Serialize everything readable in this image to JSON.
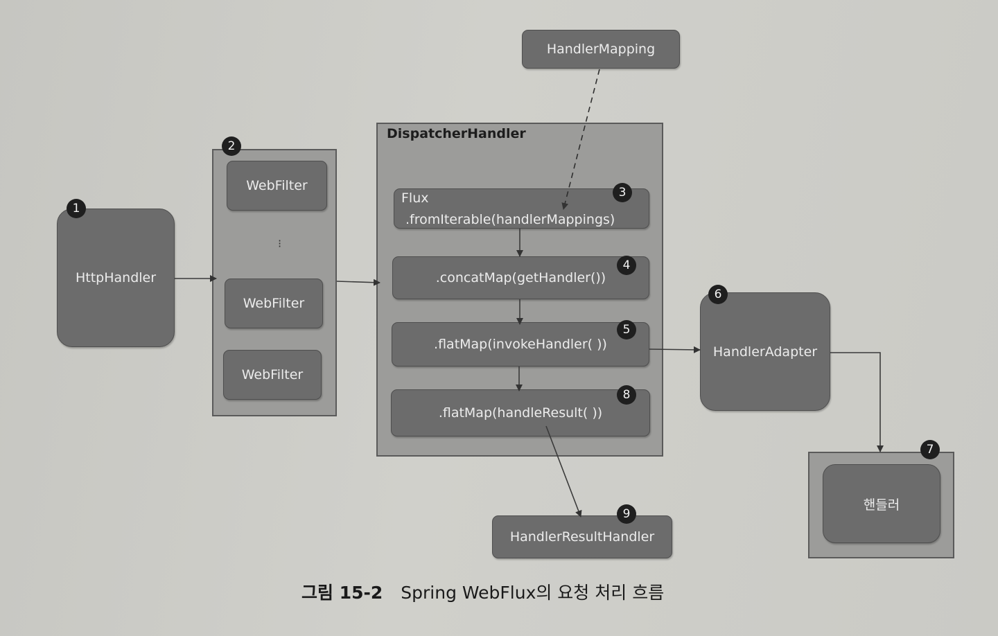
{
  "nodes": {
    "handler_mapping": "HandlerMapping",
    "http_handler": "HttpHandler",
    "web_filter_1": "WebFilter",
    "web_filter_dots": "⁝",
    "web_filter_2": "WebFilter",
    "web_filter_3": "WebFilter",
    "dispatcher_title": "DispatcherHandler",
    "flux_line1": "Flux",
    "flux_line2": ".fromIterable(handlerMappings)",
    "concat_map": ".concatMap(getHandler())",
    "flat_map_invoke": ".flatMap(invokeHandler( ))",
    "flat_map_result": ".flatMap(handleResult( ))",
    "handler_adapter": "HandlerAdapter",
    "handler": "핸들러",
    "handler_result_handler": "HandlerResultHandler"
  },
  "badges": [
    "1",
    "2",
    "3",
    "4",
    "5",
    "6",
    "7",
    "8",
    "9"
  ],
  "caption": {
    "figure_number": "그림 15-2",
    "text": "Spring WebFlux의 요청 처리 흐름"
  }
}
